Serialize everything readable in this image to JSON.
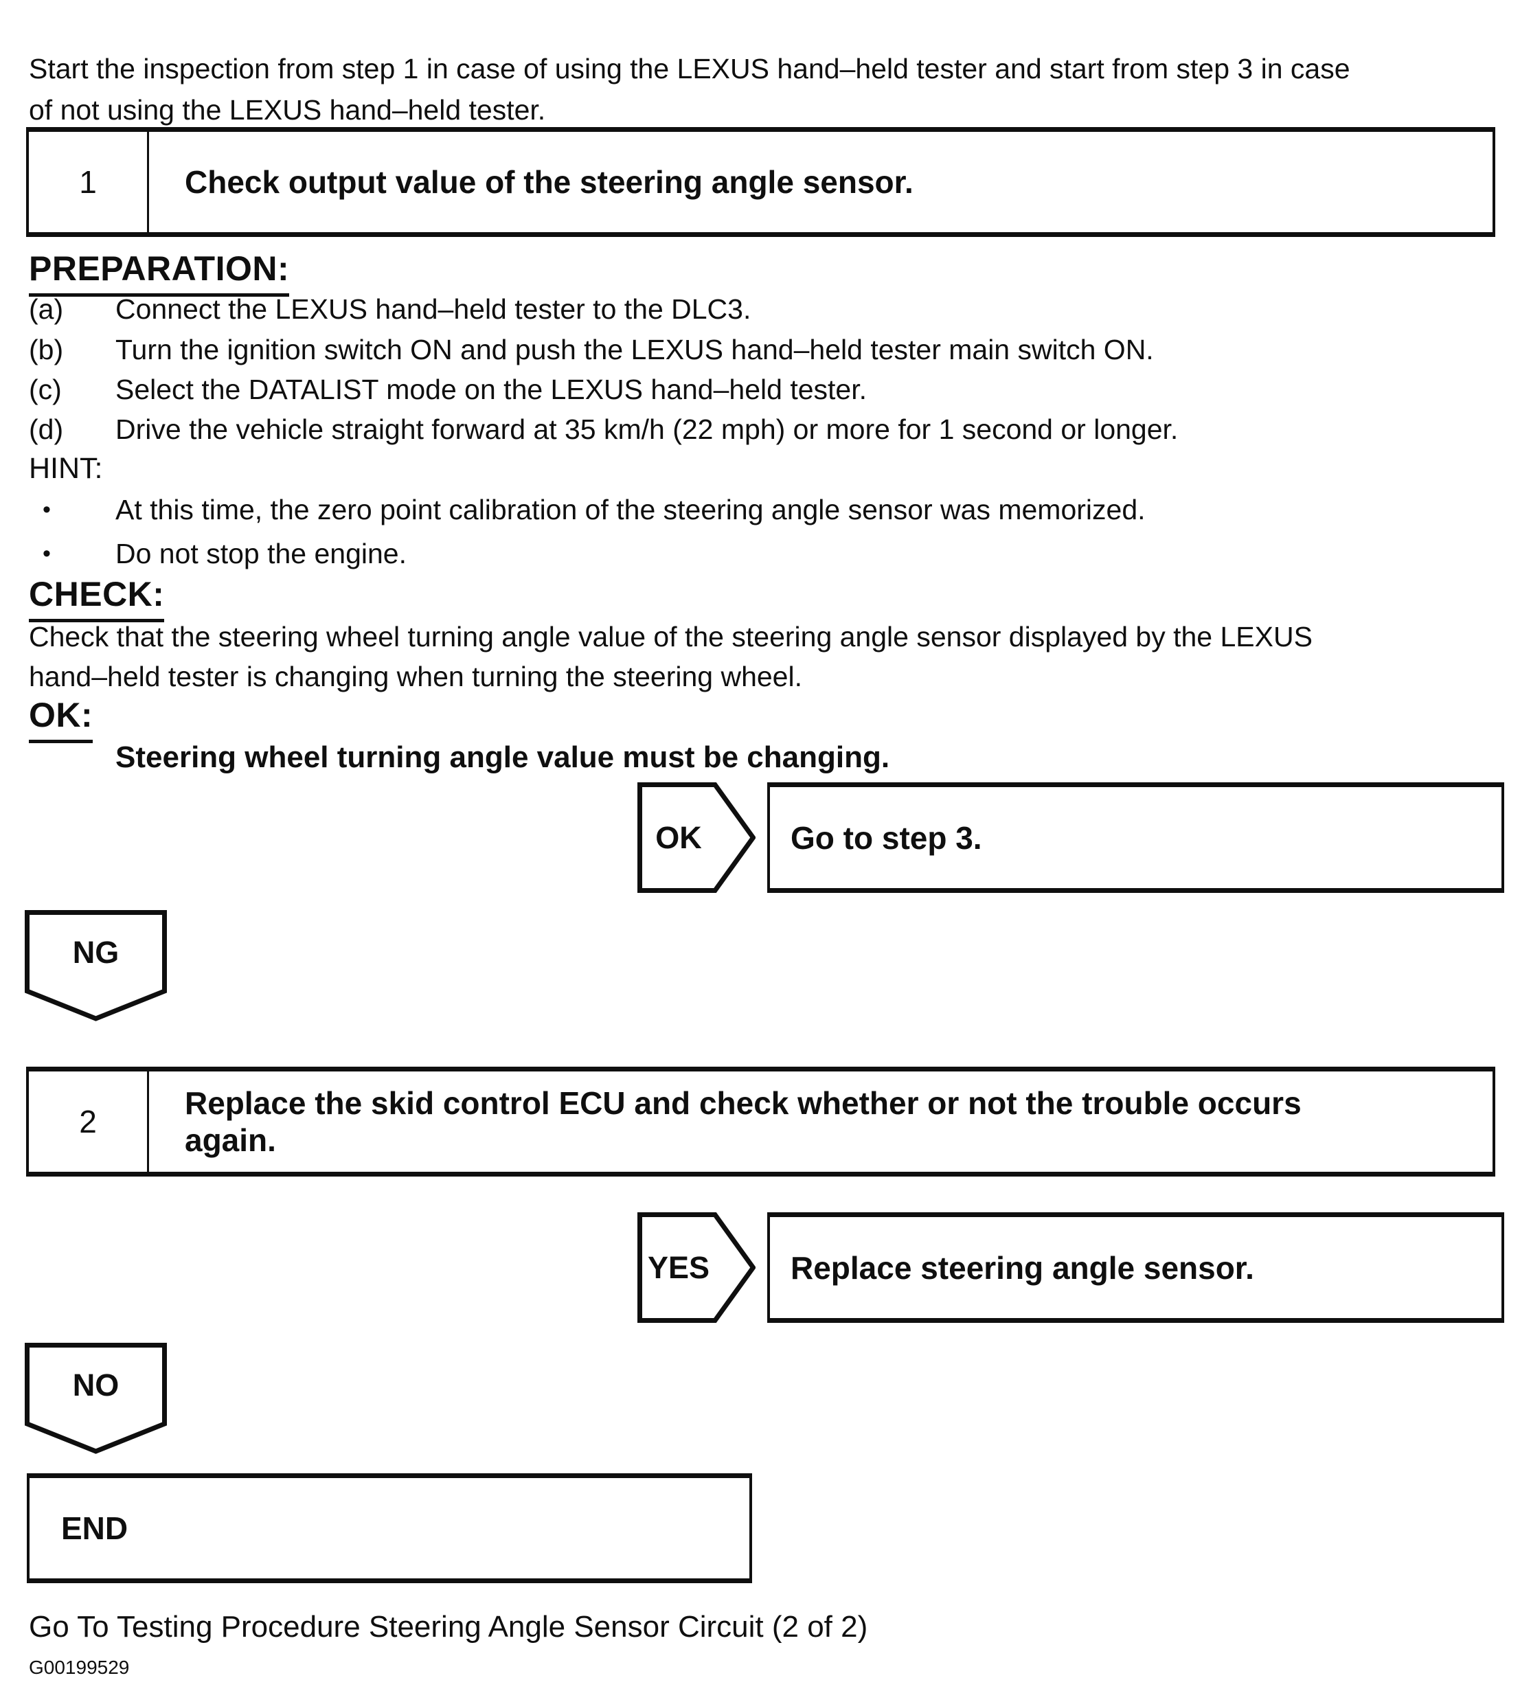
{
  "page": {
    "intro_lines": [
      "Start the inspection from step 1 in case of using the LEXUS hand–held tester and start from step 3 in case",
      "of not using the LEXUS hand–held tester."
    ],
    "bullet": "•",
    "footer": "Go To Testing Procedure Steering Angle Sensor Circuit (2 of 2)",
    "figure_code": "G00199529"
  },
  "colors": {
    "ink": "#0f0f0f",
    "paper": "#ffffff"
  },
  "step1": {
    "number": "1",
    "title": "Check output value of the steering angle sensor.",
    "preparation_label": "PREPARATION:",
    "items": [
      {
        "label": "(a)",
        "text": "Connect the LEXUS hand–held tester to the DLC3."
      },
      {
        "label": "(b)",
        "text": "Turn the ignition switch ON and push the LEXUS hand–held tester main switch ON."
      },
      {
        "label": "(c)",
        "text": "Select the DATALIST mode on the LEXUS hand–held tester."
      },
      {
        "label": "(d)",
        "text": "Drive the vehicle straight forward at 35 km/h (22 mph) or more for 1 second or longer."
      }
    ],
    "hint_label": "HINT:",
    "hints": [
      "At this time, the zero point calibration of the steering angle sensor was memorized.",
      "Do not stop the engine."
    ],
    "check_label": "CHECK:",
    "check_lines": [
      "Check that the steering wheel turning angle value of the steering angle sensor displayed by the LEXUS",
      "hand–held tester is changing when turning the steering wheel."
    ],
    "ok_label": "OK:",
    "ok_requirement": "Steering wheel turning angle value must be changing."
  },
  "step2": {
    "number": "2",
    "title_lines": [
      "Replace the skid control ECU and check whether or not the trouble occurs",
      "again."
    ]
  },
  "flow": {
    "ok_connector": "OK",
    "ok_result": "Go to step 3.",
    "ng_connector": "NG",
    "yes_connector": "YES",
    "yes_result": "Replace steering angle sensor.",
    "no_connector": "NO",
    "end_label": "END"
  }
}
